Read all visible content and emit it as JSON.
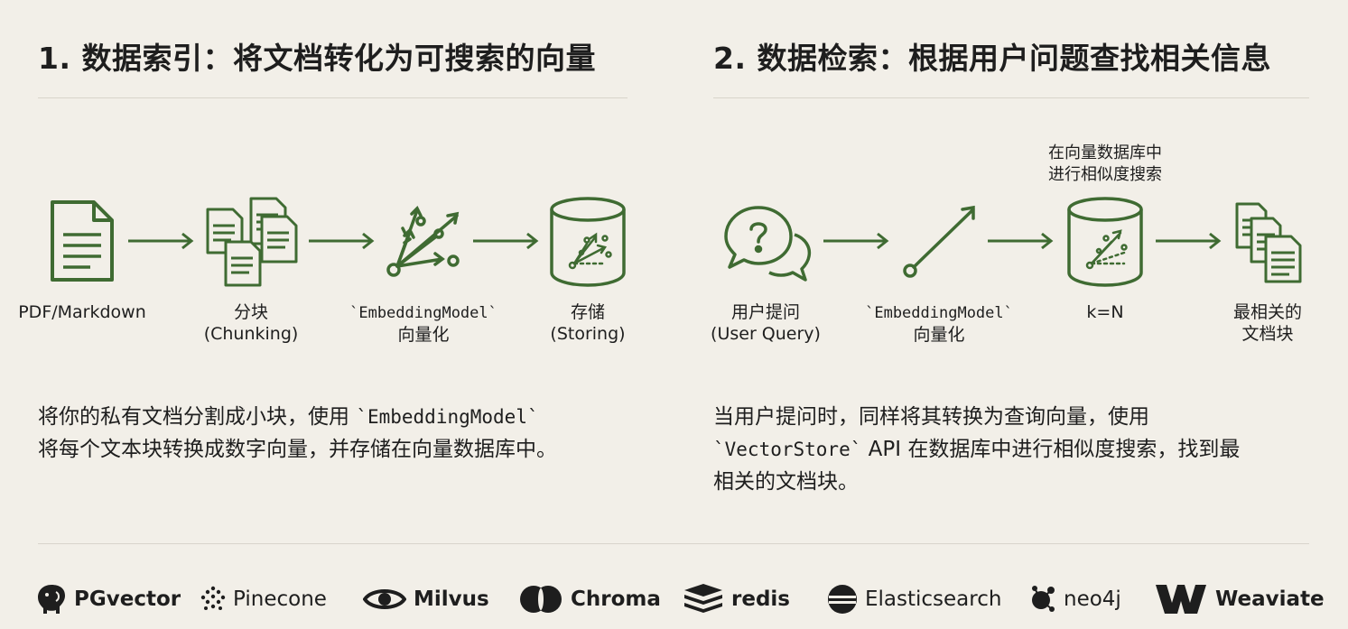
{
  "section1": {
    "title": "1. 数据索引：将文档转化为可搜索的向量",
    "steps": [
      {
        "line1": "PDF/Markdown",
        "line2": ""
      },
      {
        "line1": "分块",
        "line2": "(Chunking)"
      },
      {
        "line1": "`EmbeddingModel`",
        "line2": "向量化"
      },
      {
        "line1": "存储",
        "line2": "(Storing)"
      }
    ],
    "desc_line1_pre": "将你的私有文档分割成小块，使用 ",
    "desc_line1_code": "`EmbeddingModel`",
    "desc_line2": "将每个文本块转换成数字向量，并存储在向量数据库中。"
  },
  "section2": {
    "title": "2. 数据检索：根据用户问题查找相关信息",
    "note_line1": "在向量数据库中",
    "note_line2": "进行相似度搜索",
    "steps": [
      {
        "line1": "用户提问",
        "line2": "(User Query)"
      },
      {
        "line1": "`EmbeddingModel`",
        "line2": "向量化"
      },
      {
        "line1": "k=N",
        "line2": ""
      },
      {
        "line1": "最相关的",
        "line2": "文档块"
      }
    ],
    "desc_line1": "当用户提问时，同样将其转换为查询向量，使用",
    "desc_line2_code": "`VectorStore`",
    "desc_line2_rest": " API 在数据库中进行相似度搜索，找到最",
    "desc_line3": "相关的文档块。"
  },
  "logos": [
    {
      "name": "PGvector",
      "icon": "elephant-icon"
    },
    {
      "name": "Pinecone",
      "icon": "pinecone-icon"
    },
    {
      "name": "Milvus",
      "icon": "eye-icon"
    },
    {
      "name": "Chroma",
      "icon": "chroma-icon"
    },
    {
      "name": "redis",
      "icon": "redis-icon"
    },
    {
      "name": "Elasticsearch",
      "icon": "elasticsearch-icon"
    },
    {
      "name": "neo4j",
      "icon": "neo4j-icon"
    },
    {
      "name": "Weaviate",
      "icon": "weaviate-icon"
    }
  ],
  "colors": {
    "accent": "#3f6b32",
    "background": "#f2efe8",
    "text": "#1e1e1e"
  }
}
